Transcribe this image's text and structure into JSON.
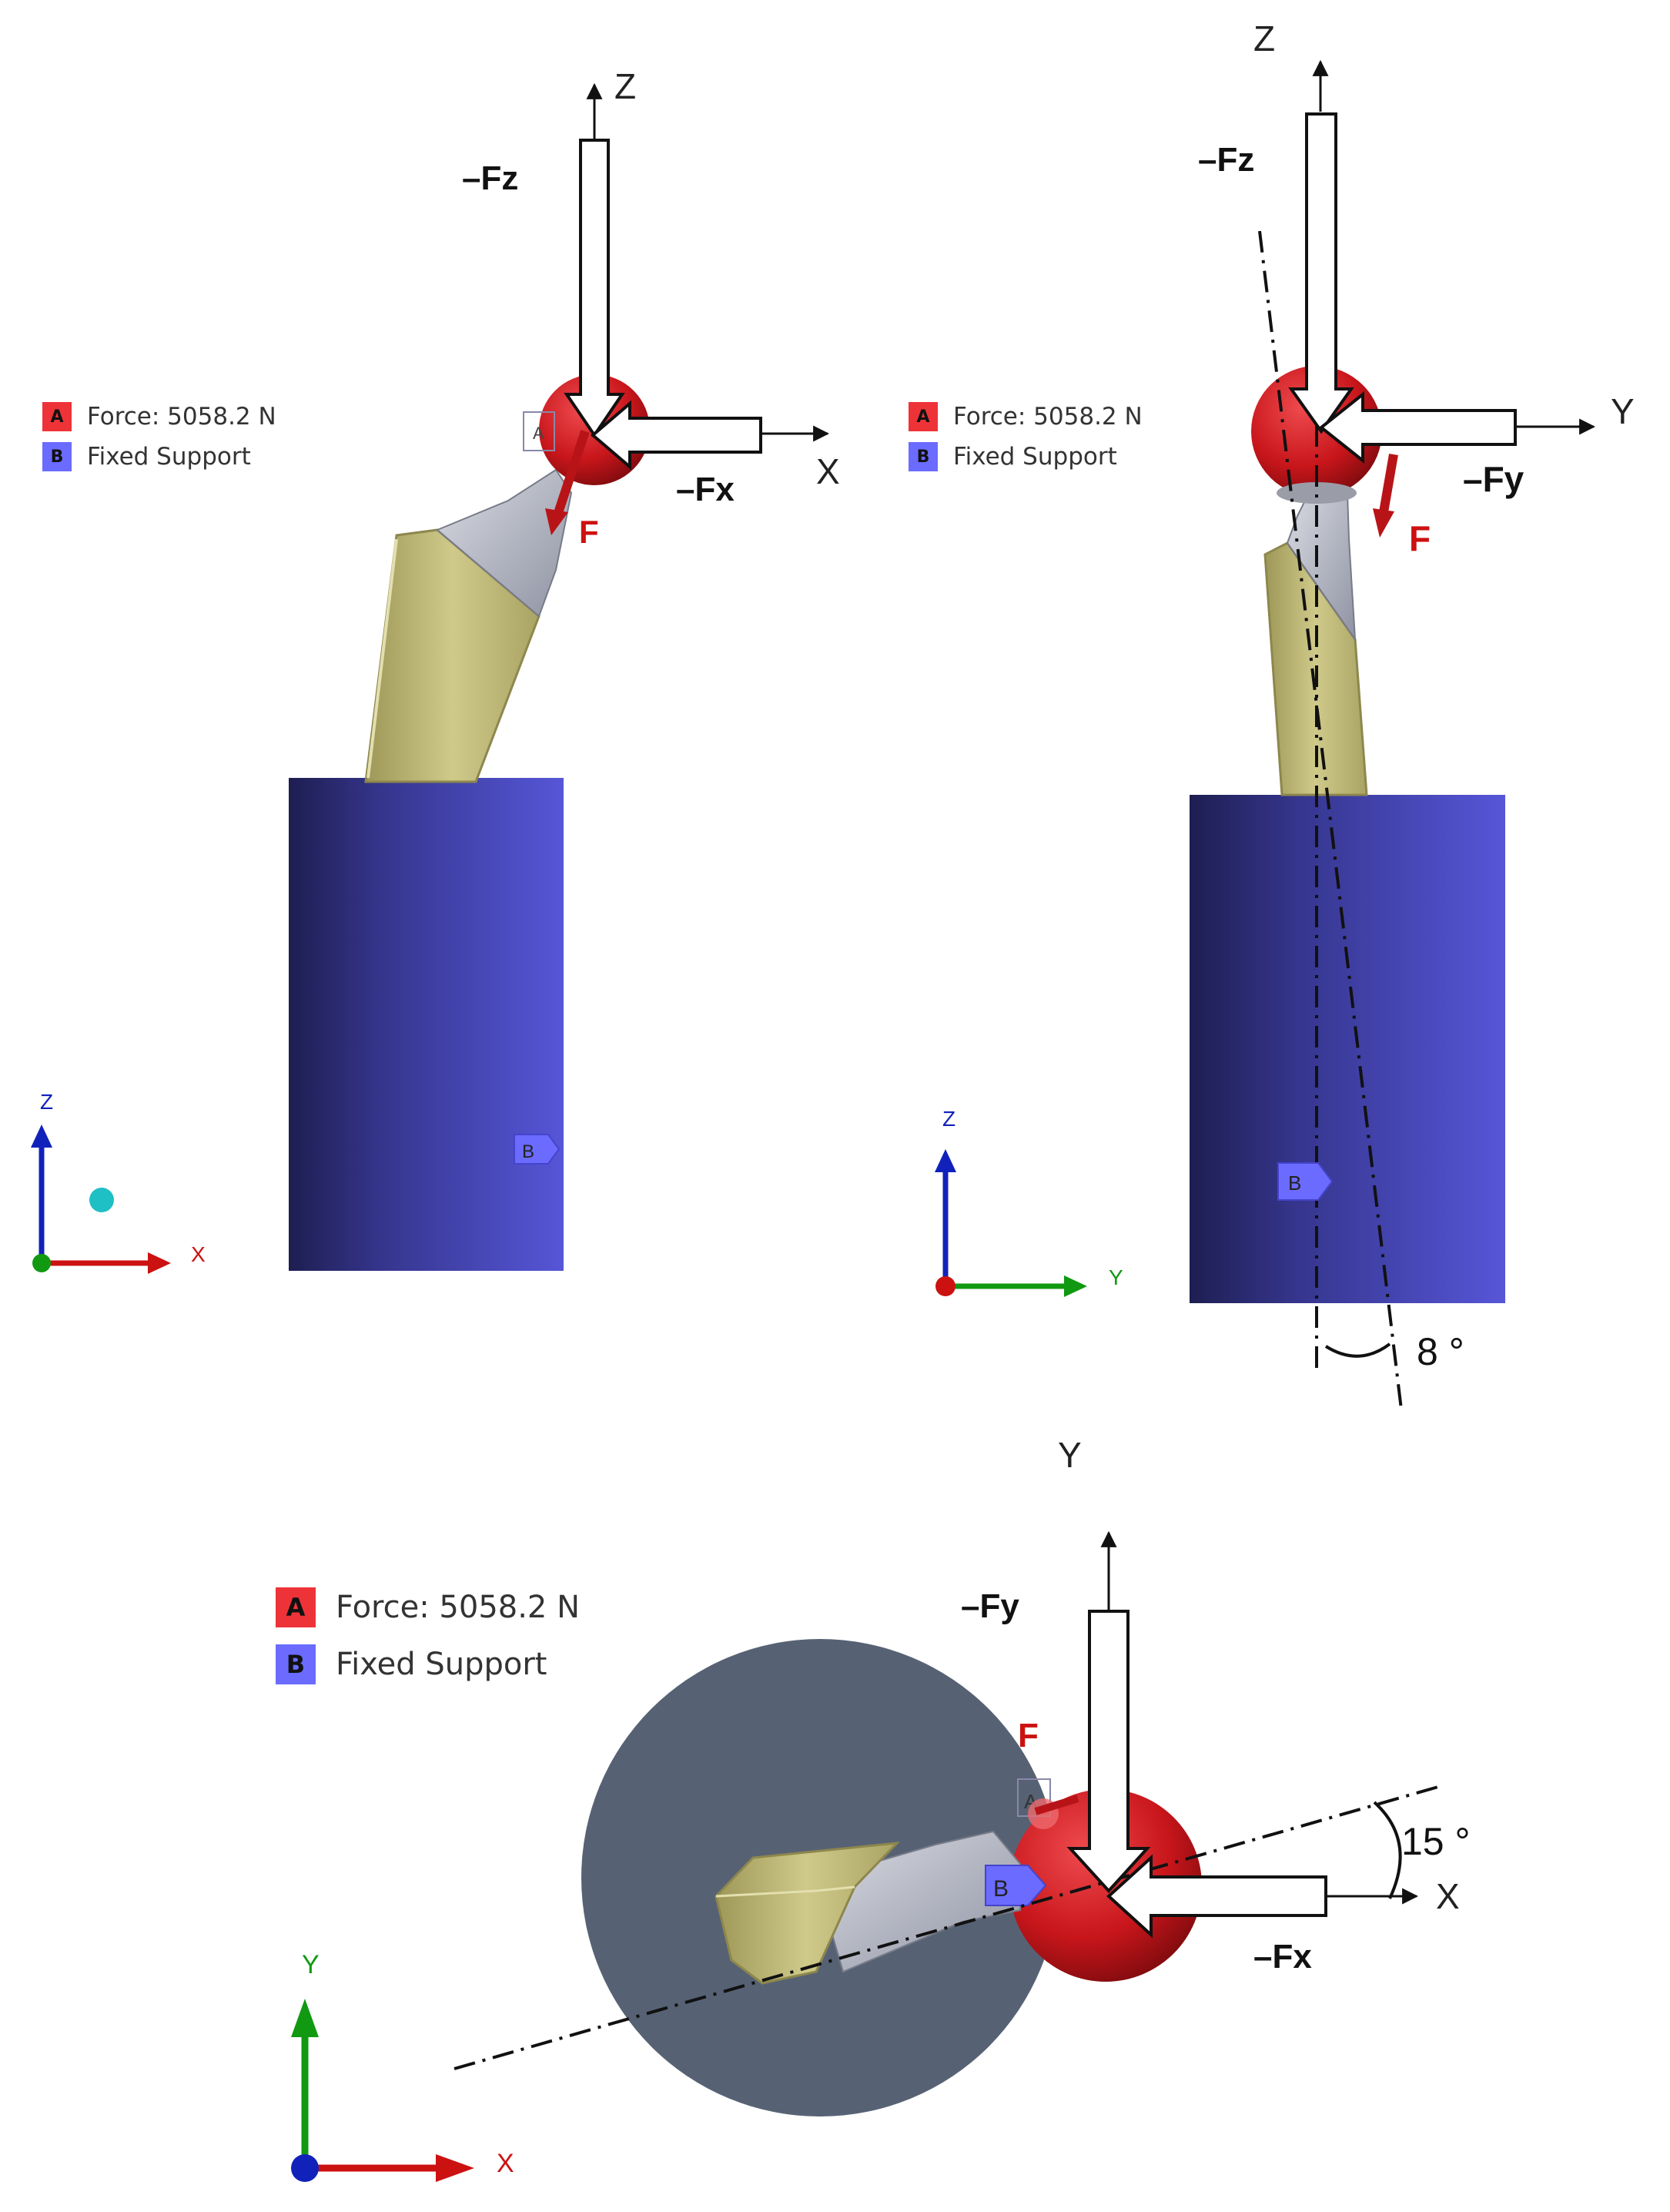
{
  "legend": {
    "a_letter": "A",
    "a_label": "Force: 5058.2 N",
    "b_letter": "B",
    "b_label": "Fixed Support",
    "a_color": "#ee3338",
    "b_color": "#6b6bff"
  },
  "axes": {
    "x": "X",
    "y": "Y",
    "z": "Z"
  },
  "forces": {
    "fx": "–Fx",
    "fy": "–Fy",
    "fz": "–Fz",
    "f": "F"
  },
  "angles": {
    "tilt": "8 °",
    "rotation": "15 °"
  },
  "colors": {
    "ball": "#d0181c",
    "stem": "#c8c27a",
    "neck": "#b9bcc8",
    "support": "#4b4bc2",
    "disc": "#566274",
    "triad_x": "#cc1111",
    "triad_y": "#119911",
    "triad_z": "#1122bb",
    "force_label": "#cc1111"
  }
}
